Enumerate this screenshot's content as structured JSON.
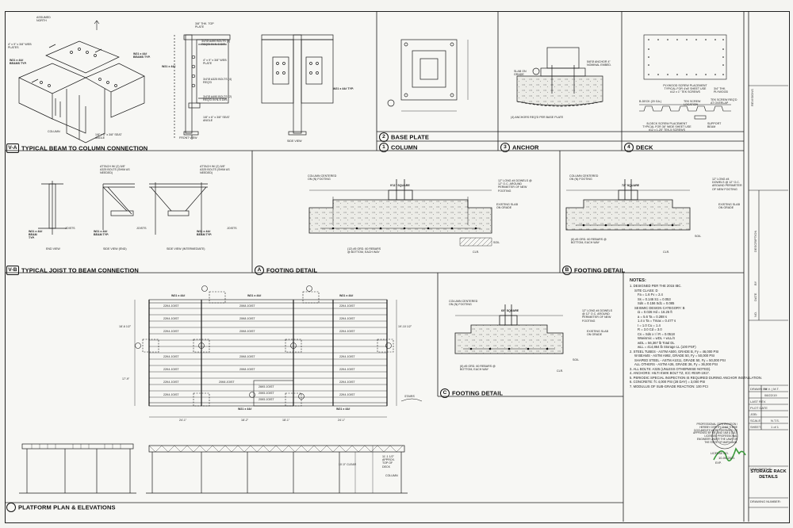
{
  "views": {
    "va": {
      "num": "V-A",
      "title": "TYPICAL BEAM TO COLUMN CONNECTION"
    },
    "base_plate": {
      "num": "2",
      "title": "BASE PLATE"
    },
    "column": {
      "num": "1",
      "title": "COLUMN"
    },
    "anchor": {
      "num": "3",
      "title": "ANCHOR"
    },
    "deck": {
      "num": "4",
      "title": "DECK"
    },
    "vb": {
      "num": "V-B",
      "title": "TYPICAL JOIST TO BEAM CONNECTION"
    },
    "footing_a": {
      "num": "A",
      "title": "FOOTING DETAIL"
    },
    "footing_b": {
      "num": "B",
      "title": "FOOTING DETAIL"
    },
    "footing_c": {
      "num": "C",
      "title": "FOOTING DETAIL"
    },
    "platform": {
      "num": "",
      "title": "PLATFORM PLAN & ELEVATIONS"
    }
  },
  "labels": {
    "assumed_north": "ASSUMED NORTH",
    "web_plates": "4\" x 9\" x 3/8\" WEB PLATES",
    "w21_beams": "W21 x 44# BEAMS TYP.",
    "column": "COLUMN",
    "seat_angle": "1/8\" x 6\" x 3/8\" SEAT ANGLE",
    "top_plate": "3/8\" THK. TOP PLATE",
    "a490_bolts": "3/4\"Ø A490 BOLTS (2) REQ'D IN N-S DIR.",
    "web_plate": "4\" x 9\" x 3/8\" WEB PLATE",
    "a325_bolts": "3/4\"Ø A325 BOLTS (4) REQ'D",
    "w21_44_typ": "W21 x 44# TYP.",
    "front_view": "FRONT VIEW",
    "side_view": "SIDE VIEW",
    "w21_44": "W21 x 44#",
    "slab_on_grade": "SLAB ON GRADE",
    "anchor_embed": "5/8\"Ø ANCHOR 4\" NOMINAL EMBED.",
    "anchors_req": "(4) ANCHORS REQ'D PER BASE PLATE",
    "plywood": "PLYWOOD SCREW PLACEMENT TYPICAL FOR 4'x8' SHEET USE #12 x 1\" TEK SCREWS",
    "plywood_thk": "3/4\" THK. PLYWOOD",
    "b_deck": "B-DECK (20 GA.)",
    "tek_screw": "TEK SCREW LOCATION",
    "tek_overlap": "TEK SCREW REQ'D AT OVERLAP",
    "bdeck_screw": "B-DECK SCREW PLACEMENT TYPICAL FOR 36\" WIDE SHEET USE #12 x 1.25\" TEK-5 SCREWS",
    "support_beam": "SUPPORT BEAM",
    "attach_1": "ATTACH W/ (2) 5/8\" A325 BOLTS (SHIM AS NEEDED)",
    "attach_2": "ATTACH W/ (2) 5/8\" A325 BOLTS (SHIM AS NEEDED)",
    "joists": "JOISTS",
    "end_view": "END VIEW",
    "side_view_end": "SIDE VIEW (END)",
    "side_view_int": "SIDE VIEW (INTERMEDIATE)",
    "w21_beam_typ": "W21 x 44# BEAM TYP.",
    "col_centered": "COLUMN CENTERED ON (N) FOOTING",
    "dowels": "12\" LONG #4 DOWELS @ 12\" O.C. AROUND PERIMETER OF NEW FOOTING",
    "existing_slab": "EXISTING SLAB ON GRADE",
    "rebars": "(12) #5 GRD. 60 REBARS @ BOTTOM, EACH WAY",
    "rebars_b": "(6) #5 GRD. 60 REBARS @ BOTTOM, EACH WAY",
    "rebars_c": "(6) #5 GRD. 60 REBARS @ BOTTOM, EACH WAY",
    "soil": "SOIL",
    "clr": "CLR.",
    "square_a": "9'11\" SQUARE",
    "square_b": "72\" SQUARE",
    "square_c": "60\" SQUARE",
    "joist_22k4": "22K4 JOIST",
    "joist_20k8": "20K8 JOIST",
    "joist_26k5": "26K5 JOIST",
    "joist_20k5": "20K5 JOIST",
    "w21x44": "W21 x 44#",
    "dim_24": "24'-1\"",
    "dim_18": "18'-2\"",
    "dim_18b": "18'-1\"",
    "dim_24b": "24'-1\"",
    "dim_18_12": "18'-6 1/2\"",
    "dim_17": "17'-9\"",
    "dim_19": "19'-10 1/2\"",
    "clear_h": "10'-0\" CLEAR",
    "top_deck": "11'-1 1/2\" APPROX. TOP OF DECK",
    "column_lbl": "COLUMN",
    "stairs": "STAIRS"
  },
  "notes": {
    "title": "NOTES:",
    "lines": [
      "1. DESIGNED PER THE 2015 IBC.",
      "SITE CLASS: D",
      "Fa = 1.6          Fv = 2.4",
      "Ss = 0.146     S1 = 0.053",
      "Sds = 0.156    Sd1 = 0.085",
      "SEISMIC DESIGN CATEGORY: B",
      "Ω = 0.026      Hd = 16.25 ft",
      "a = 5.6          Ta = 0.288 s",
      "1.4 x Ta = Tmax = 0.477 s",
      "I = 1.0          Cu = 1.4",
      "R = 3.0          Cd = 3.0",
      "Cs = Sds x I / R = 0.0518",
      "Wseismic = wDL + wLL/4",
      "wDL = 56,367 lb Total DL",
      "wLL = 414,864 lb        Storage LL (100 PSF)",
      "2. STEEL TUBES - ASTM A500, GRADE B, Fy = 46,000 PSI",
      "W BEAMS - ASTM A992, GRADE 50, Fy = 50,000 PSI",
      "SHAPED STEEL - ASTM A1011, GRADE 50, Fy = 50,000 PSI",
      "ALL OTHERS - ASTM A36, GRADE 36, Fy = 36,000 PSI",
      "3. ALL BOLTS: A325 (UNLESS OTHERWISE NOTED).",
      "4. ANCHORS: HILTI KWIK BOLT TZ, ICC #ESR-1917.",
      "5. PERIODIC SPECIAL INSPECTION IS REQUIRED DURING ANCHOR INSTALLATION.",
      "6. CONCRETE: f'c 4,000 PSI (28 DAY) = 3,000 PSI",
      "7. MODULUS OF SUB-GRADE REACTION: 100 PCI"
    ]
  },
  "title_block": {
    "drawn_by": "DRAWN BY:",
    "drawn_val": "M.V. | M.T.",
    "date_val": "08/22/19",
    "last_rev": "LAST REV.",
    "plot_date": "PLOT DATE",
    "job": "JOB:",
    "scale": "SCALE:",
    "scale_val": "N.T.S.",
    "sheet": "SHEET:",
    "sheet_val": "1 of 1",
    "descriptive": "DESCRIPTIVE:",
    "sheet_title": "STORAGE RACK DETAILS",
    "drawing_number": "DRAWING NUMBER:",
    "cert": "PROFESSIONAL CERTIFICATION I HEREBY CERTIFY THAT THESE DOCUMENTS WERE PREPARED OR APPROVED BY ME, AND I AM A DULY LICENSED PROFESSIONAL ENGINEER UNDER THE LAWS OF THE STATE OF MARYLAND.",
    "license": "LICENSE NO.",
    "exp": "EXP.",
    "seal_date": "10-05-2021",
    "revisions": "REVISIONS",
    "description": "DESCRIPTION",
    "by": "BY",
    "date_col": "DATE",
    "no": "NO."
  },
  "colors": {
    "ink": "#1a1a1a",
    "signature": "#3a9a3a",
    "paper": "#f7f7f4",
    "concrete": "#e9e9e4"
  }
}
